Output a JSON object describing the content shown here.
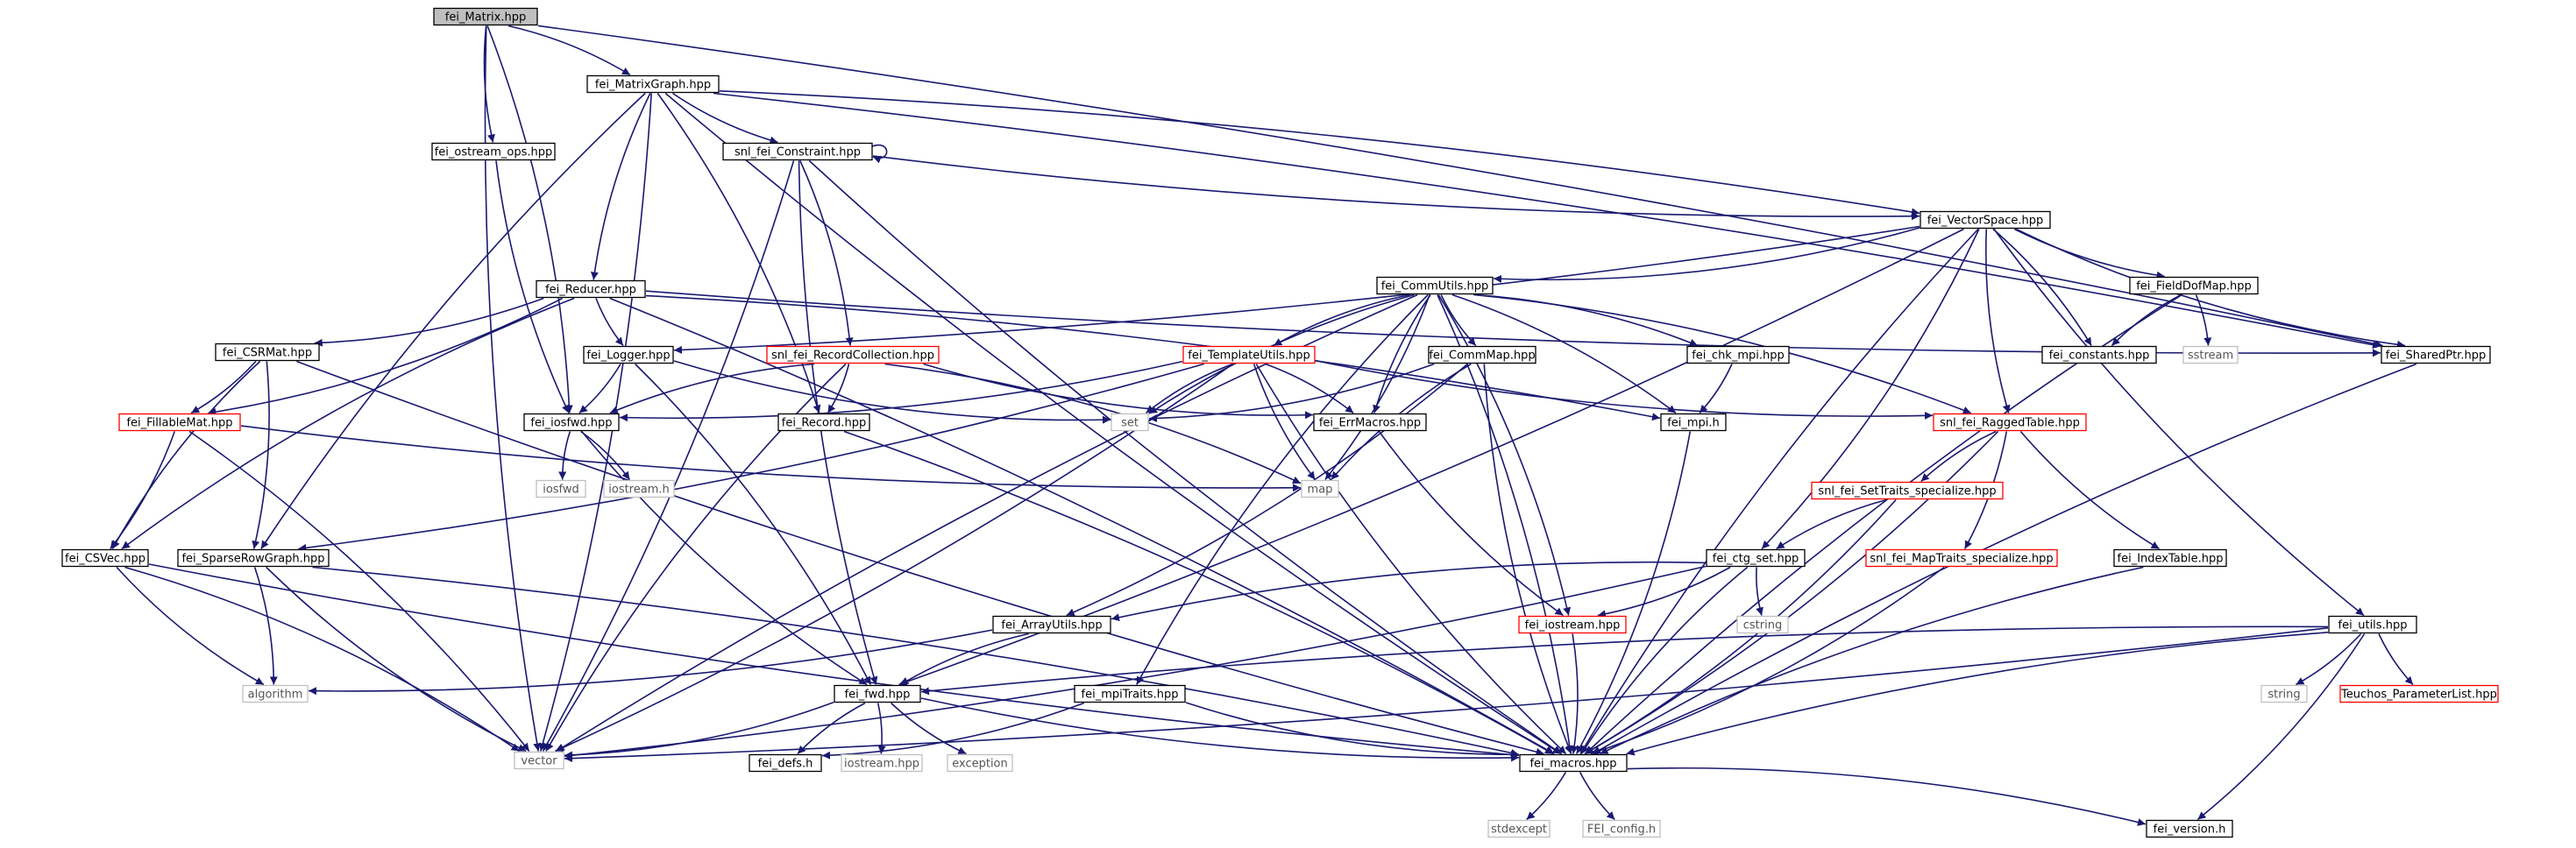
{
  "colors": {
    "edge": "#191970",
    "node_border": "#000000",
    "missing_border": "#ff0000",
    "external_border": "#bfbfbf",
    "root_fill": "#bfbfbf",
    "node_fill": "#ffffff",
    "text": "#000000",
    "external_text": "#555555"
  },
  "nodes": {
    "n_fei_Matrix_hpp": {
      "label": "fei_Matrix.hpp",
      "kind": "root"
    },
    "n_fei_MatrixGraph_hpp": {
      "label": "fei_MatrixGraph.hpp",
      "kind": "normal"
    },
    "n_fei_ostream_ops_hpp": {
      "label": "fei_ostream_ops.hpp",
      "kind": "normal"
    },
    "n_snl_fei_Constraint_hpp": {
      "label": "snl_fei_Constraint.hpp",
      "kind": "normal"
    },
    "n_fei_VectorSpace_hpp": {
      "label": "fei_VectorSpace.hpp",
      "kind": "normal"
    },
    "n_fei_Reducer_hpp": {
      "label": "fei_Reducer.hpp",
      "kind": "normal"
    },
    "n_fei_CommUtils_hpp": {
      "label": "fei_CommUtils.hpp",
      "kind": "normal"
    },
    "n_fei_FieldDofMap_hpp": {
      "label": "fei_FieldDofMap.hpp",
      "kind": "normal"
    },
    "n_fei_CSRMat_hpp": {
      "label": "fei_CSRMat.hpp",
      "kind": "normal"
    },
    "n_fei_Logger_hpp": {
      "label": "fei_Logger.hpp",
      "kind": "normal"
    },
    "n_snl_fei_RecordCollection_hpp": {
      "label": "snl_fei_RecordCollection.hpp",
      "kind": "missing"
    },
    "n_fei_TemplateUtils_hpp": {
      "label": "fei_TemplateUtils.hpp",
      "kind": "missing"
    },
    "n_fei_CommMap_hpp": {
      "label": "fei_CommMap.hpp",
      "kind": "normal"
    },
    "n_fei_chk_mpi_hpp": {
      "label": "fei_chk_mpi.hpp",
      "kind": "normal"
    },
    "n_fei_constants_hpp": {
      "label": "fei_constants.hpp",
      "kind": "normal"
    },
    "n_sstream": {
      "label": "sstream",
      "kind": "external"
    },
    "n_fei_SharedPtr_hpp": {
      "label": "fei_SharedPtr.hpp",
      "kind": "normal"
    },
    "n_fei_FillableMat_hpp": {
      "label": "fei_FillableMat.hpp",
      "kind": "missing"
    },
    "n_fei_iosfwd_hpp": {
      "label": "fei_iosfwd.hpp",
      "kind": "normal"
    },
    "n_set": {
      "label": "set",
      "kind": "external"
    },
    "n_fei_Record_hpp": {
      "label": "fei_Record.hpp",
      "kind": "normal"
    },
    "n_fei_ErrMacros_hpp": {
      "label": "fei_ErrMacros.hpp",
      "kind": "normal"
    },
    "n_fei_mpi_h": {
      "label": "fei_mpi.h",
      "kind": "normal"
    },
    "n_snl_fei_RaggedTable_hpp": {
      "label": "snl_fei_RaggedTable.hpp",
      "kind": "missing"
    },
    "n_iosfwd": {
      "label": "iosfwd",
      "kind": "external"
    },
    "n_iostream_h": {
      "label": "iostream.h",
      "kind": "external"
    },
    "n_map": {
      "label": "map",
      "kind": "external"
    },
    "n_snl_fei_SetTraits_specialize_hpp": {
      "label": "snl_fei_SetTraits_specialize.hpp",
      "kind": "missing"
    },
    "n_fei_CSVec_hpp": {
      "label": "fei_CSVec.hpp",
      "kind": "normal"
    },
    "n_fei_SparseRowGraph_hpp": {
      "label": "fei_SparseRowGraph.hpp",
      "kind": "normal"
    },
    "n_fei_ctg_set_hpp": {
      "label": "fei_ctg_set.hpp",
      "kind": "normal"
    },
    "n_snl_fei_MapTraits_specialize_hpp": {
      "label": "snl_fei_MapTraits_specialize.hpp",
      "kind": "missing"
    },
    "n_fei_IndexTable_hpp": {
      "label": "fei_IndexTable.hpp",
      "kind": "normal"
    },
    "n_fei_ArrayUtils_hpp": {
      "label": "fei_ArrayUtils.hpp",
      "kind": "normal"
    },
    "n_fei_iostream_hpp": {
      "label": "fei_iostream.hpp",
      "kind": "missing"
    },
    "n_cstring": {
      "label": "cstring",
      "kind": "external"
    },
    "n_fei_utils_hpp": {
      "label": "fei_utils.hpp",
      "kind": "normal"
    },
    "n_algorithm": {
      "label": "algorithm",
      "kind": "external"
    },
    "n_fei_fwd_hpp": {
      "label": "fei_fwd.hpp",
      "kind": "normal"
    },
    "n_fei_mpiTraits_hpp": {
      "label": "fei_mpiTraits.hpp",
      "kind": "normal"
    },
    "n_string": {
      "label": "string",
      "kind": "external"
    },
    "n_Teuchos_ParameterList_hpp": {
      "label": "Teuchos_ParameterList.hpp",
      "kind": "missing"
    },
    "n_vector": {
      "label": "vector",
      "kind": "external"
    },
    "n_fei_defs_h": {
      "label": "fei_defs.h",
      "kind": "normal"
    },
    "n_iostream_hpp": {
      "label": "iostream.hpp",
      "kind": "external"
    },
    "n_exception": {
      "label": "exception",
      "kind": "external"
    },
    "n_fei_macros_hpp": {
      "label": "fei_macros.hpp",
      "kind": "normal"
    },
    "n_stdexcept": {
      "label": "stdexcept",
      "kind": "external"
    },
    "n_FEI_config_h": {
      "label": "FEI_config.h",
      "kind": "external"
    },
    "n_fei_version_h": {
      "label": "fei_version.h",
      "kind": "normal"
    }
  },
  "edges": [
    [
      "n_fei_Matrix_hpp",
      "n_fei_MatrixGraph_hpp"
    ],
    [
      "n_fei_Matrix_hpp",
      "n_fei_ostream_ops_hpp"
    ],
    [
      "n_fei_Matrix_hpp",
      "n_fei_iosfwd_hpp"
    ],
    [
      "n_fei_Matrix_hpp",
      "n_vector"
    ],
    [
      "n_fei_Matrix_hpp",
      "n_fei_SharedPtr_hpp"
    ],
    [
      "n_fei_MatrixGraph_hpp",
      "n_snl_fei_Constraint_hpp"
    ],
    [
      "n_fei_MatrixGraph_hpp",
      "n_fei_VectorSpace_hpp"
    ],
    [
      "n_fei_MatrixGraph_hpp",
      "n_fei_Reducer_hpp"
    ],
    [
      "n_fei_MatrixGraph_hpp",
      "n_fei_Record_hpp"
    ],
    [
      "n_fei_MatrixGraph_hpp",
      "n_fei_SparseRowGraph_hpp"
    ],
    [
      "n_fei_MatrixGraph_hpp",
      "n_vector"
    ],
    [
      "n_fei_MatrixGraph_hpp",
      "n_fei_macros_hpp"
    ],
    [
      "n_fei_MatrixGraph_hpp",
      "n_fei_SharedPtr_hpp"
    ],
    [
      "n_fei_ostream_ops_hpp",
      "n_fei_iosfwd_hpp"
    ],
    [
      "n_snl_fei_Constraint_hpp",
      "n_snl_fei_Constraint_hpp"
    ],
    [
      "n_snl_fei_Constraint_hpp",
      "n_fei_VectorSpace_hpp"
    ],
    [
      "n_snl_fei_Constraint_hpp",
      "n_snl_fei_RecordCollection_hpp"
    ],
    [
      "n_snl_fei_Constraint_hpp",
      "n_fei_fwd_hpp"
    ],
    [
      "n_snl_fei_Constraint_hpp",
      "n_vector"
    ],
    [
      "n_snl_fei_Constraint_hpp",
      "n_fei_macros_hpp"
    ],
    [
      "n_fei_VectorSpace_hpp",
      "n_fei_CommUtils_hpp"
    ],
    [
      "n_fei_VectorSpace_hpp",
      "n_fei_FieldDofMap_hpp"
    ],
    [
      "n_fei_VectorSpace_hpp",
      "n_fei_constants_hpp"
    ],
    [
      "n_fei_VectorSpace_hpp",
      "n_fei_SharedPtr_hpp"
    ],
    [
      "n_fei_VectorSpace_hpp",
      "n_fei_Logger_hpp"
    ],
    [
      "n_fei_VectorSpace_hpp",
      "n_snl_fei_RaggedTable_hpp"
    ],
    [
      "n_fei_VectorSpace_hpp",
      "n_fei_ctg_set_hpp"
    ],
    [
      "n_fei_VectorSpace_hpp",
      "n_fei_utils_hpp"
    ],
    [
      "n_fei_VectorSpace_hpp",
      "n_fei_fwd_hpp"
    ],
    [
      "n_fei_VectorSpace_hpp",
      "n_fei_macros_hpp"
    ],
    [
      "n_fei_Reducer_hpp",
      "n_fei_CSRMat_hpp"
    ],
    [
      "n_fei_Reducer_hpp",
      "n_fei_Logger_hpp"
    ],
    [
      "n_fei_Reducer_hpp",
      "n_fei_FillableMat_hpp"
    ],
    [
      "n_fei_Reducer_hpp",
      "n_fei_CSVec_hpp"
    ],
    [
      "n_fei_Reducer_hpp",
      "n_fei_mpi_h"
    ],
    [
      "n_fei_Reducer_hpp",
      "n_fei_SharedPtr_hpp"
    ],
    [
      "n_fei_Reducer_hpp",
      "n_fei_macros_hpp"
    ],
    [
      "n_fei_CommUtils_hpp",
      "n_fei_CommMap_hpp"
    ],
    [
      "n_fei_CommUtils_hpp",
      "n_fei_chk_mpi_hpp"
    ],
    [
      "n_fei_CommUtils_hpp",
      "n_fei_TemplateUtils_hpp"
    ],
    [
      "n_fei_CommUtils_hpp",
      "n_fei_mpi_h"
    ],
    [
      "n_fei_CommUtils_hpp",
      "n_fei_ErrMacros_hpp"
    ],
    [
      "n_fei_CommUtils_hpp",
      "n_snl_fei_RaggedTable_hpp"
    ],
    [
      "n_fei_CommUtils_hpp",
      "n_fei_mpiTraits_hpp"
    ],
    [
      "n_fei_CommUtils_hpp",
      "n_fei_iostream_hpp"
    ],
    [
      "n_fei_CommUtils_hpp",
      "n_set"
    ],
    [
      "n_fei_CommUtils_hpp",
      "n_map"
    ],
    [
      "n_fei_CommUtils_hpp",
      "n_vector"
    ],
    [
      "n_fei_CommUtils_hpp",
      "n_fei_macros_hpp"
    ],
    [
      "n_fei_FieldDofMap_hpp",
      "n_fei_constants_hpp"
    ],
    [
      "n_fei_FieldDofMap_hpp",
      "n_sstream"
    ],
    [
      "n_fei_FieldDofMap_hpp",
      "n_fei_macros_hpp"
    ],
    [
      "n_fei_CSRMat_hpp",
      "n_fei_FillableMat_hpp"
    ],
    [
      "n_fei_CSRMat_hpp",
      "n_fei_CSVec_hpp"
    ],
    [
      "n_fei_CSRMat_hpp",
      "n_fei_SparseRowGraph_hpp"
    ],
    [
      "n_fei_CSRMat_hpp",
      "n_fei_macros_hpp"
    ],
    [
      "n_fei_Logger_hpp",
      "n_fei_iosfwd_hpp"
    ],
    [
      "n_fei_Logger_hpp",
      "n_set"
    ],
    [
      "n_fei_Logger_hpp",
      "n_fei_fwd_hpp"
    ],
    [
      "n_snl_fei_RecordCollection_hpp",
      "n_fei_iosfwd_hpp"
    ],
    [
      "n_snl_fei_RecordCollection_hpp",
      "n_fei_Record_hpp"
    ],
    [
      "n_snl_fei_RecordCollection_hpp",
      "n_fei_ErrMacros_hpp"
    ],
    [
      "n_snl_fei_RecordCollection_hpp",
      "n_map"
    ],
    [
      "n_snl_fei_RecordCollection_hpp",
      "n_vector"
    ],
    [
      "n_fei_TemplateUtils_hpp",
      "n_fei_iosfwd_hpp"
    ],
    [
      "n_fei_TemplateUtils_hpp",
      "n_set"
    ],
    [
      "n_fei_TemplateUtils_hpp",
      "n_fei_ErrMacros_hpp"
    ],
    [
      "n_fei_TemplateUtils_hpp",
      "n_snl_fei_RaggedTable_hpp"
    ],
    [
      "n_fei_TemplateUtils_hpp",
      "n_fei_SparseRowGraph_hpp"
    ],
    [
      "n_fei_TemplateUtils_hpp",
      "n_map"
    ],
    [
      "n_fei_TemplateUtils_hpp",
      "n_vector"
    ],
    [
      "n_fei_TemplateUtils_hpp",
      "n_fei_macros_hpp"
    ],
    [
      "n_fei_CommMap_hpp",
      "n_set"
    ],
    [
      "n_fei_CommMap_hpp",
      "n_map"
    ],
    [
      "n_fei_CommMap_hpp",
      "n_fei_ArrayUtils_hpp"
    ],
    [
      "n_fei_CommMap_hpp",
      "n_fei_macros_hpp"
    ],
    [
      "n_fei_chk_mpi_hpp",
      "n_fei_mpi_h"
    ],
    [
      "n_fei_SharedPtr_hpp",
      "n_fei_macros_hpp"
    ],
    [
      "n_fei_FillableMat_hpp",
      "n_fei_CSVec_hpp"
    ],
    [
      "n_fei_FillableMat_hpp",
      "n_map"
    ],
    [
      "n_fei_FillableMat_hpp",
      "n_vector"
    ],
    [
      "n_fei_iosfwd_hpp",
      "n_iosfwd"
    ],
    [
      "n_fei_iosfwd_hpp",
      "n_iostream_h"
    ],
    [
      "n_fei_iosfwd_hpp",
      "n_fei_fwd_hpp"
    ],
    [
      "n_fei_Record_hpp",
      "n_fei_macros_hpp"
    ],
    [
      "n_fei_ErrMacros_hpp",
      "n_fei_iostream_hpp"
    ],
    [
      "n_fei_mpi_h",
      "n_fei_macros_hpp"
    ],
    [
      "n_snl_fei_RaggedTable_hpp",
      "n_snl_fei_SetTraits_specialize_hpp"
    ],
    [
      "n_snl_fei_RaggedTable_hpp",
      "n_snl_fei_MapTraits_specialize_hpp"
    ],
    [
      "n_snl_fei_RaggedTable_hpp",
      "n_fei_IndexTable_hpp"
    ],
    [
      "n_snl_fei_RaggedTable_hpp",
      "n_fei_macros_hpp"
    ],
    [
      "n_snl_fei_SetTraits_specialize_hpp",
      "n_fei_ctg_set_hpp"
    ],
    [
      "n_snl_fei_SetTraits_specialize_hpp",
      "n_fei_macros_hpp"
    ],
    [
      "n_fei_CSVec_hpp",
      "n_algorithm"
    ],
    [
      "n_fei_CSVec_hpp",
      "n_vector"
    ],
    [
      "n_fei_CSVec_hpp",
      "n_fei_macros_hpp"
    ],
    [
      "n_fei_SparseRowGraph_hpp",
      "n_algorithm"
    ],
    [
      "n_fei_SparseRowGraph_hpp",
      "n_vector"
    ],
    [
      "n_fei_SparseRowGraph_hpp",
      "n_fei_macros_hpp"
    ],
    [
      "n_fei_ctg_set_hpp",
      "n_fei_ArrayUtils_hpp"
    ],
    [
      "n_fei_ctg_set_hpp",
      "n_fei_iostream_hpp"
    ],
    [
      "n_fei_ctg_set_hpp",
      "n_cstring"
    ],
    [
      "n_fei_ctg_set_hpp",
      "n_vector"
    ],
    [
      "n_fei_ctg_set_hpp",
      "n_fei_macros_hpp"
    ],
    [
      "n_snl_fei_MapTraits_specialize_hpp",
      "n_fei_macros_hpp"
    ],
    [
      "n_fei_IndexTable_hpp",
      "n_fei_macros_hpp"
    ],
    [
      "n_fei_ArrayUtils_hpp",
      "n_algorithm"
    ],
    [
      "n_fei_ArrayUtils_hpp",
      "n_fei_fwd_hpp"
    ],
    [
      "n_fei_iostream_hpp",
      "n_fei_macros_hpp"
    ],
    [
      "n_fei_utils_hpp",
      "n_fei_fwd_hpp"
    ],
    [
      "n_fei_utils_hpp",
      "n_string"
    ],
    [
      "n_fei_utils_hpp",
      "n_Teuchos_ParameterList_hpp"
    ],
    [
      "n_fei_utils_hpp",
      "n_vector"
    ],
    [
      "n_fei_utils_hpp",
      "n_fei_macros_hpp"
    ],
    [
      "n_fei_utils_hpp",
      "n_fei_version_h"
    ],
    [
      "n_fei_fwd_hpp",
      "n_fei_defs_h"
    ],
    [
      "n_fei_fwd_hpp",
      "n_iostream_hpp"
    ],
    [
      "n_fei_fwd_hpp",
      "n_exception"
    ],
    [
      "n_fei_fwd_hpp",
      "n_vector"
    ],
    [
      "n_fei_fwd_hpp",
      "n_fei_macros_hpp"
    ],
    [
      "n_fei_mpiTraits_hpp",
      "n_fei_defs_h"
    ],
    [
      "n_fei_mpiTraits_hpp",
      "n_fei_macros_hpp"
    ],
    [
      "n_fei_macros_hpp",
      "n_stdexcept"
    ],
    [
      "n_fei_macros_hpp",
      "n_FEI_config_h"
    ],
    [
      "n_fei_macros_hpp",
      "n_fei_version_h"
    ]
  ]
}
